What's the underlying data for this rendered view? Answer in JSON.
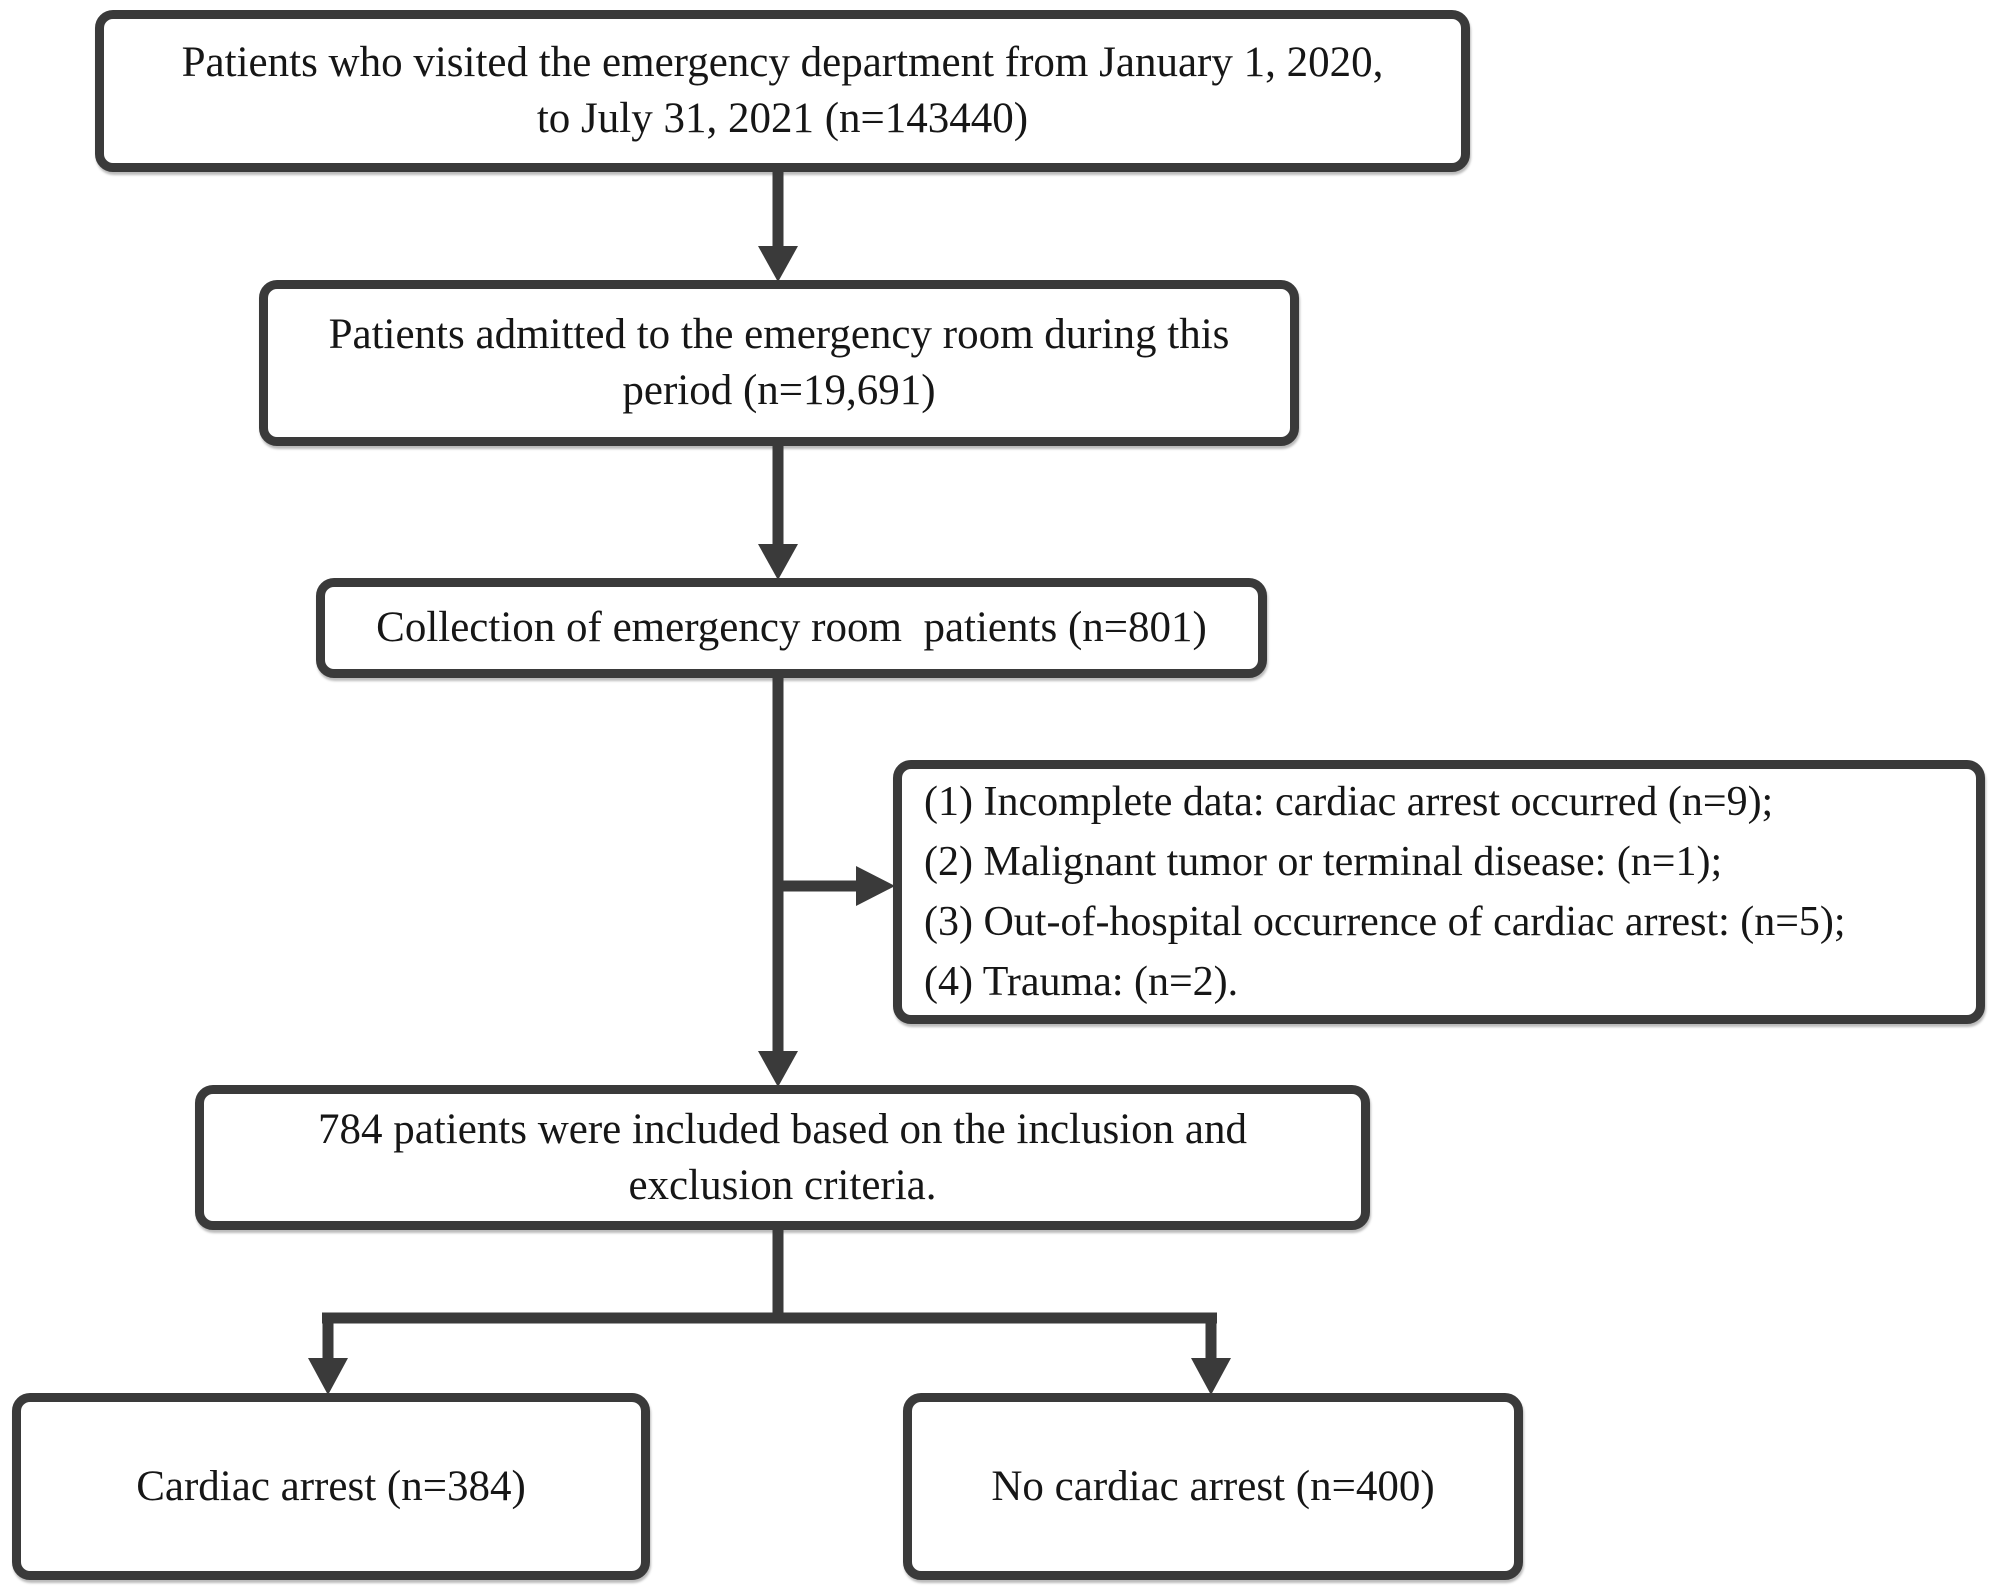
{
  "diagram": {
    "title": "Patient inclusion flowchart",
    "colors": {
      "border": "#3a3a3a",
      "text": "#161616",
      "background": "#ffffff"
    },
    "nodes": {
      "visited": {
        "lines": [
          "Patients who visited the emergency department from January 1, 2020,",
          "to July 31, 2021 (n=143440)"
        ]
      },
      "admitted": {
        "lines": [
          "Patients admitted to the emergency room during this",
          "period (n=19,691)"
        ]
      },
      "collection": {
        "lines": [
          "Collection of emergency room  patients (n=801)"
        ]
      },
      "exclusions": {
        "lines": [
          "(1) Incomplete data: cardiac arrest occurred (n=9);",
          "(2) Malignant tumor or terminal disease: (n=1);",
          "(3) Out-of-hospital occurrence of cardiac arrest: (n=5);",
          "(4) Trauma: (n=2)."
        ]
      },
      "included": {
        "lines": [
          "784 patients were included based on the inclusion and",
          "exclusion criteria."
        ]
      },
      "cardiac_arrest": {
        "lines": [
          "Cardiac arrest (n=384)"
        ]
      },
      "no_cardiac_arrest": {
        "lines": [
          "No cardiac arrest (n=400)"
        ]
      }
    }
  }
}
